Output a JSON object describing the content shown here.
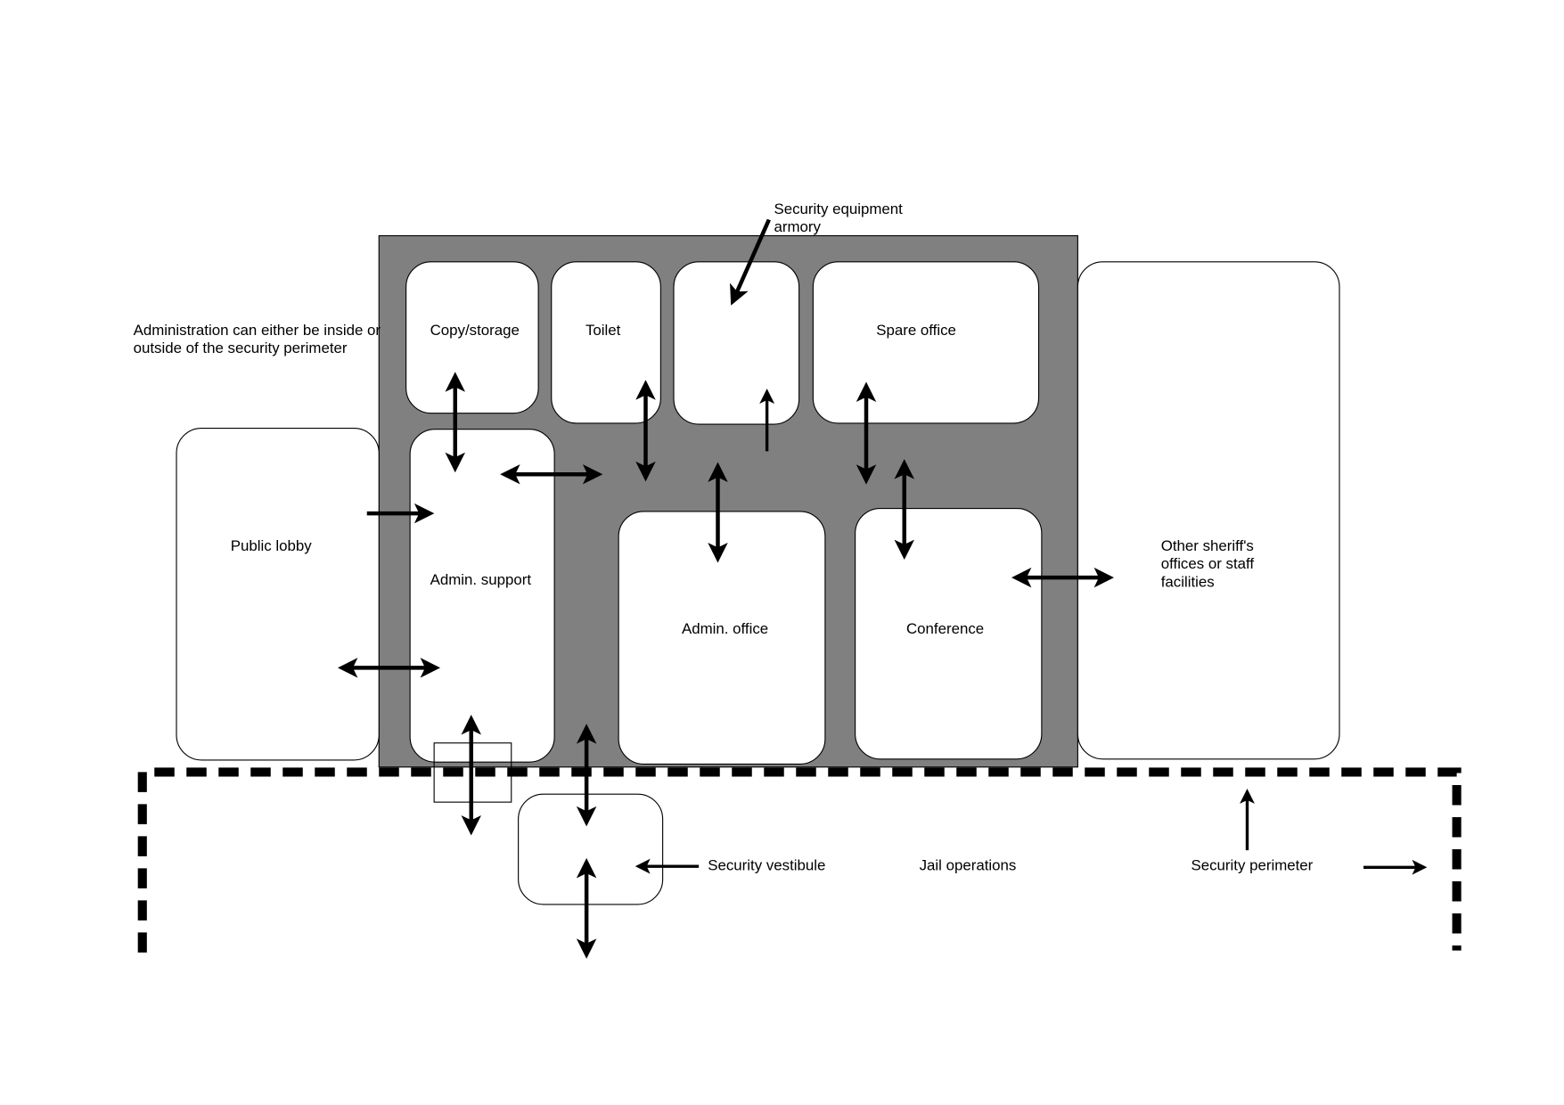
{
  "labels": {
    "armory_line1": "Security equipment",
    "armory_line2": "armory",
    "admin_note_line1": "Administration can either be inside or",
    "admin_note_line2": "outside of the security perimeter",
    "copy_storage": "Copy/storage",
    "toilet": "Toilet",
    "spare_office": "Spare office",
    "public_lobby": "Public lobby",
    "admin_support": "Admin. support",
    "admin_office": "Admin. office",
    "conference": "Conference",
    "other_line1": "Other sheriff's",
    "other_line2": "offices or staff",
    "other_line3": "facilities",
    "security_vestibule": "Security vestibule",
    "jail_operations": "Jail operations",
    "security_perimeter": "Security perimeter"
  },
  "colors": {
    "zone_fill": "#808080",
    "line": "#000000"
  }
}
